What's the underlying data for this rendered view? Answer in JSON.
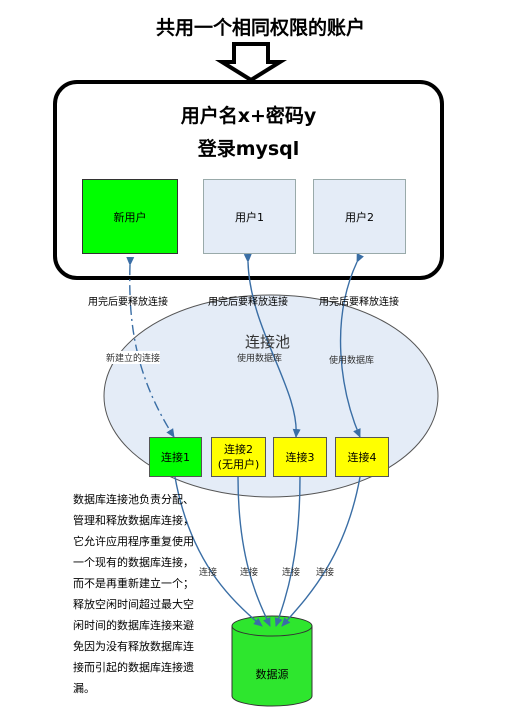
{
  "header": {
    "title": "共用一个相同权限的账户"
  },
  "login_box": {
    "line1": "用户名x+密码y",
    "line2": "登录mysql"
  },
  "users": [
    {
      "label": "新用户",
      "color": "#00ff00"
    },
    {
      "label": "用户1",
      "color": "#e4ecf7"
    },
    {
      "label": "用户2",
      "color": "#e4ecf7"
    }
  ],
  "release_labels": [
    "用完后要释放连接",
    "用完后要释放连接",
    "用完后要释放连接"
  ],
  "pool": {
    "title": "连接池",
    "fill": "#e4ecf7"
  },
  "arrow_labels": {
    "new_conn": "新建立的连接",
    "use_db_1": "使用数据库",
    "use_db_2": "使用数据库"
  },
  "connections": [
    {
      "label": "连接1",
      "sub": "",
      "color": "#00ff00"
    },
    {
      "label": "连接2",
      "sub": "(无用户)",
      "color": "#ffff00"
    },
    {
      "label": "连接3",
      "sub": "",
      "color": "#ffff00"
    },
    {
      "label": "连接4",
      "sub": "",
      "color": "#ffff00"
    }
  ],
  "link_labels": [
    "连接",
    "连接",
    "连接",
    "连接"
  ],
  "database": {
    "label": "数据源",
    "fill": "#2ee62e"
  },
  "description": "数据库连接池负责分配、管理和释放数据库连接，它允许应用程序重复使用一个现有的数据库连接，而不是再重新建立一个；释放空闲时间超过最大空闲时间的数据库连接来避免因为没有释放数据库连接而引起的数据库连接遗漏。"
}
